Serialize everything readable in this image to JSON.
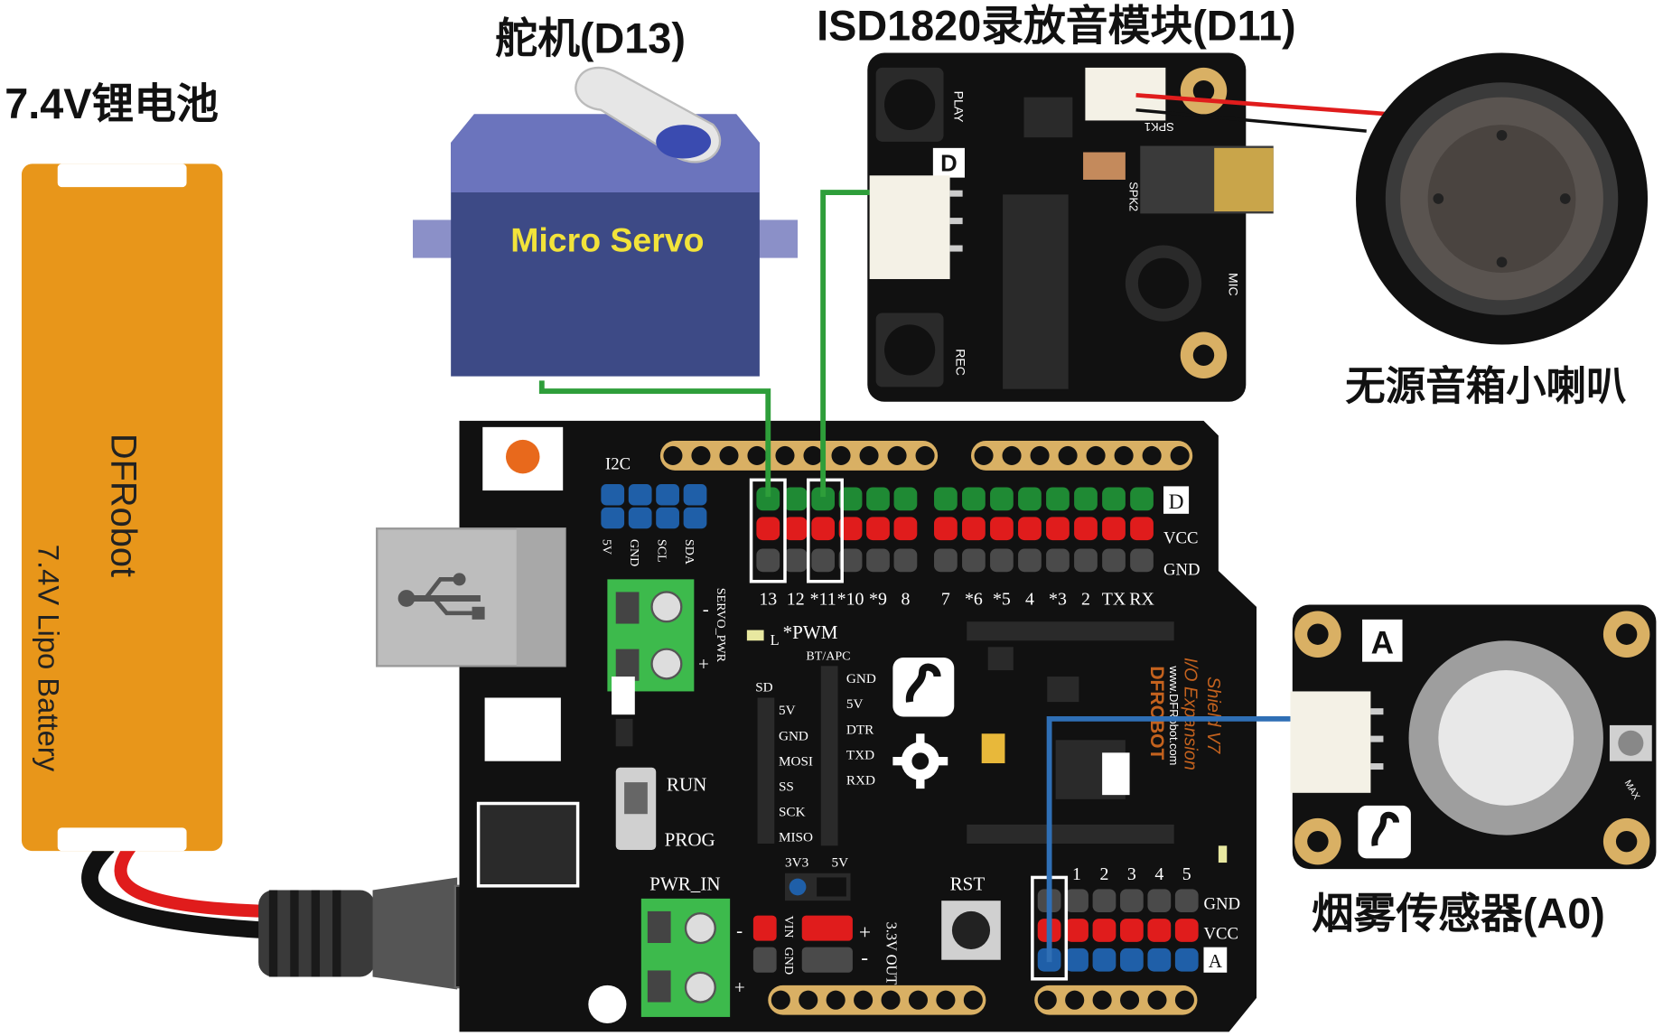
{
  "labels": {
    "battery": "7.4V锂电池",
    "servo": "舵机(D13)",
    "isd": "ISD1820录放音模块(D11)",
    "speaker": "无源音箱小喇叭",
    "smoke": "烟雾传感器(A0)"
  },
  "battery": {
    "brand": "DFRobot",
    "spec": "7.4V Lipo Battery"
  },
  "servo": {
    "text": "Micro Servo"
  },
  "isd": {
    "play": "PLAY",
    "rec": "REC",
    "spk1": "SPK1",
    "spk2": "SPK2",
    "mic": "MIC",
    "d": "D"
  },
  "smoke_module": {
    "a": "A",
    "max": "MAX"
  },
  "shield": {
    "i2c": "I2C",
    "i2c_pins": [
      "5V",
      "GND",
      "SCL",
      "SDA"
    ],
    "servo_pwr": "SERVO_PWR",
    "row_labels": [
      "D",
      "VCC",
      "GND"
    ],
    "digital_numbers": [
      "13",
      "12",
      "*11",
      "*10",
      "*9",
      "8",
      "7",
      "*6",
      "*5",
      "4",
      "*3",
      "2",
      "TX",
      "RX"
    ],
    "pwm": "*PWM",
    "l": "L",
    "bt_apc": "BT/APC",
    "bt_pins": [
      "GND",
      "5V",
      "DTR",
      "TXD",
      "RXD"
    ],
    "sd": "SD",
    "sd_pins": [
      "5V",
      "GND",
      "MOSI",
      "SS",
      "SCK",
      "MISO"
    ],
    "run": "RUN",
    "prog": "PROG",
    "pwr_in": "PWR_IN",
    "v3v3": "3V3",
    "v5v": "5V",
    "vin": "VIN",
    "gnd": "GND",
    "out_33": "3.3V OUT",
    "rst": "RST",
    "analog_numbers": [
      "1",
      "2",
      "3",
      "4",
      "5"
    ],
    "analog_rows": [
      "GND",
      "VCC",
      "A"
    ],
    "brand_vertical": "DFROBOT",
    "url": "www.DFRobot.com",
    "title1": "I/O Expansion",
    "title2": "Shield V7",
    "plus": "+",
    "minus": "-"
  },
  "colors": {
    "battery": "#E8961A",
    "servo": "#3D4A86",
    "servo_text": "#F2E33A",
    "pcb": "#111111",
    "wire_green": "#2E9E3A",
    "wire_blue": "#2F6FB5",
    "wire_red": "#E01C1C",
    "header_green": "#1F8A34",
    "header_red": "#E01C1C",
    "header_gray": "#4A4A4A",
    "header_blue": "#1F5FA8",
    "terminal": "#3DBA4C",
    "pad_gold": "#D9B064"
  }
}
